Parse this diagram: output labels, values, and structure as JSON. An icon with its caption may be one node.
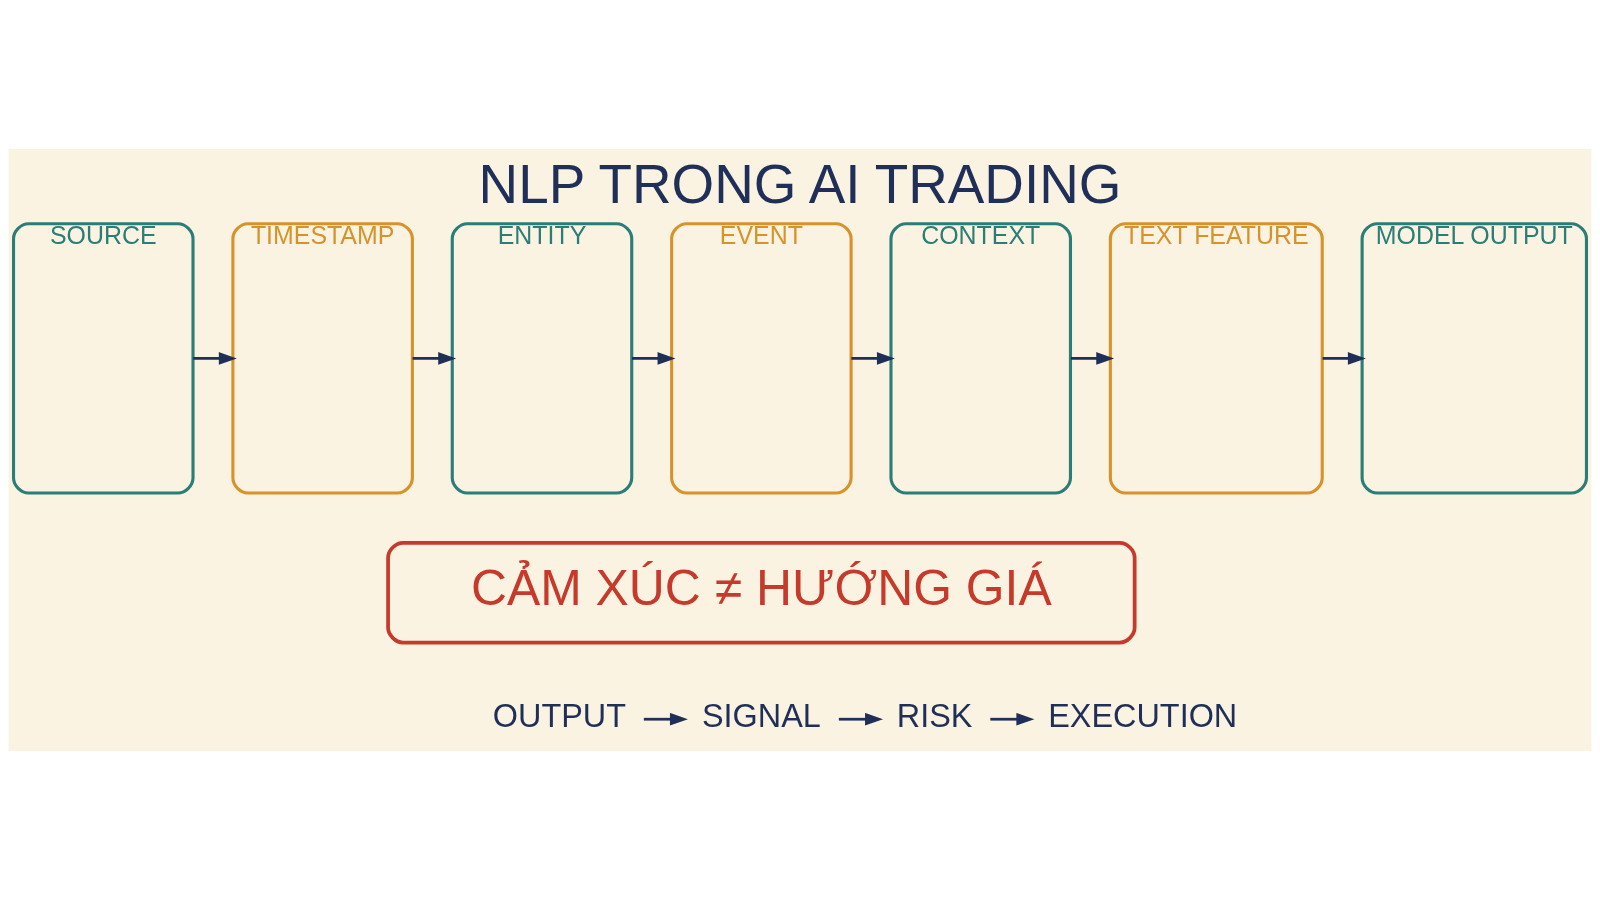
{
  "diagram": {
    "title": "NLP TRONG AI TRADING",
    "nodes": [
      {
        "text": [
          "SOURCE"
        ]
      },
      {
        "text": [
          "TIMESTAMP"
        ]
      },
      {
        "text": [
          "ENTITY"
        ]
      },
      {
        "text": [
          "EVENT"
        ]
      },
      {
        "text": [
          "CONTEXT"
        ]
      },
      {
        "text": [
          "TEXT FEATURE"
        ]
      },
      {
        "text": [
          "MODEL OUTPUT"
        ]
      },
      {
        "text": [
          "CẢM XÚC ≠ HƯỚNG GIÁ"
        ]
      },
      {
        "text": [
          "OUTPUT"
        ]
      },
      {
        "text": [
          "SIGNAL"
        ]
      },
      {
        "text": [
          "RISK"
        ]
      },
      {
        "text": [
          "EXECUTION"
        ]
      }
    ],
    "edges": [
      {
        "from": 0,
        "to": 1,
        "arrow": "to"
      },
      {
        "from": 1,
        "to": 2,
        "arrow": "to"
      },
      {
        "from": 2,
        "to": 3,
        "arrow": "to"
      },
      {
        "from": 3,
        "to": 4,
        "arrow": "to"
      },
      {
        "from": 4,
        "to": 5,
        "arrow": "to"
      },
      {
        "from": 5,
        "to": 6,
        "arrow": "to"
      },
      {
        "from": 8,
        "to": 9,
        "arrow": "to"
      },
      {
        "from": 9,
        "to": 10,
        "arrow": "to"
      },
      {
        "from": 10,
        "to": 11,
        "arrow": "to"
      }
    ]
  }
}
